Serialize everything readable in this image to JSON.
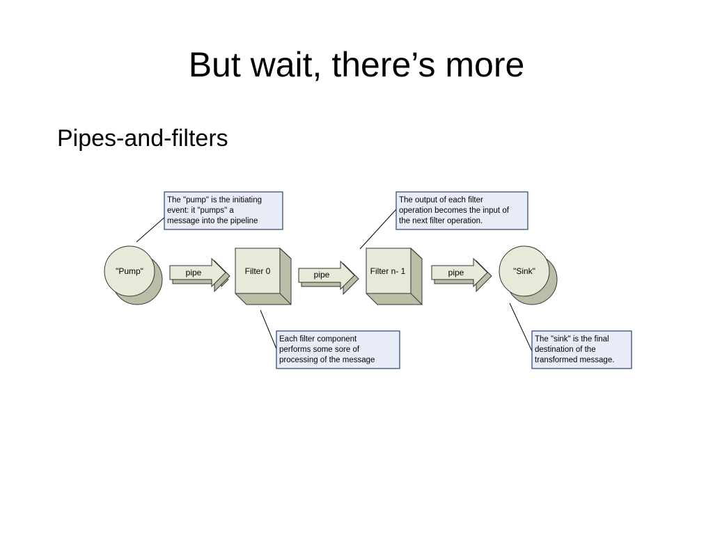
{
  "slide": {
    "title": "But wait, there’s more",
    "bullet": "Pipes-and-filters"
  },
  "diagram": {
    "nodes": {
      "pump": "\"Pump\"",
      "filter0": "Filter 0",
      "filtern": "Filter n- 1",
      "sink": "\"Sink\""
    },
    "pipes": [
      "pipe",
      "pipe",
      "pipe"
    ],
    "callouts": {
      "pump": [
        "The \"pump\" is the initiating",
        "event: it \"pumps\" a",
        "message into the pipeline"
      ],
      "output": [
        "The output of each filter",
        "operation becomes the input of",
        "the next filter operation."
      ],
      "filter": [
        "Each filter component",
        "performs some sore of",
        "processing of the message"
      ],
      "sink": [
        "The \"sink\" is the final",
        "destination of the",
        "transformed message."
      ]
    }
  },
  "colors": {
    "shape_fill": "#e6ead8",
    "shape_shadow": "#b9bea6",
    "callout_fill": "#e8ecf7",
    "callout_border": "#2b3f78"
  }
}
